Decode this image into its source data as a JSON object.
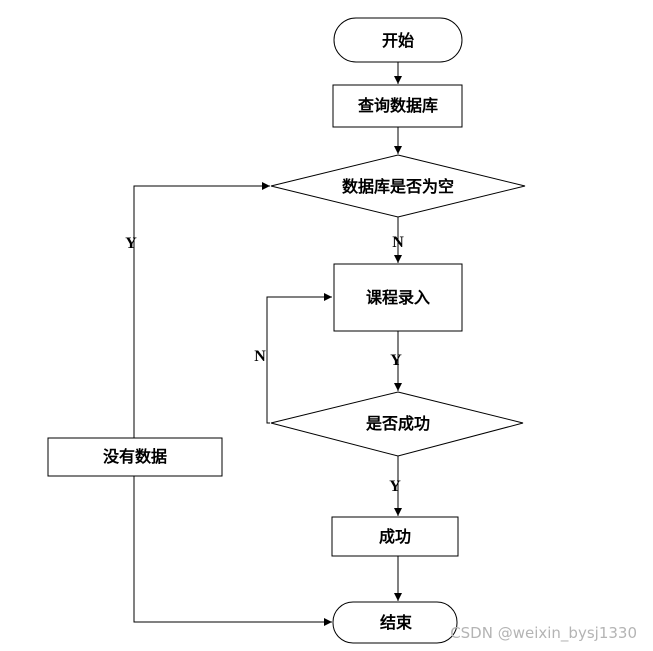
{
  "diagram": {
    "nodes": {
      "start": "开始",
      "query_db": "查询数据库",
      "db_empty": "数据库是否为空",
      "course_entry": "课程录入",
      "is_success": "是否成功",
      "success": "成功",
      "no_data": "没有数据",
      "end": "结束"
    },
    "edge_labels": {
      "db_empty_no": "N",
      "db_empty_yes": "Y",
      "entry_to_check": "Y",
      "check_no": "N",
      "check_yes": "Y"
    }
  },
  "watermark": "CSDN @weixin_bysj1330"
}
